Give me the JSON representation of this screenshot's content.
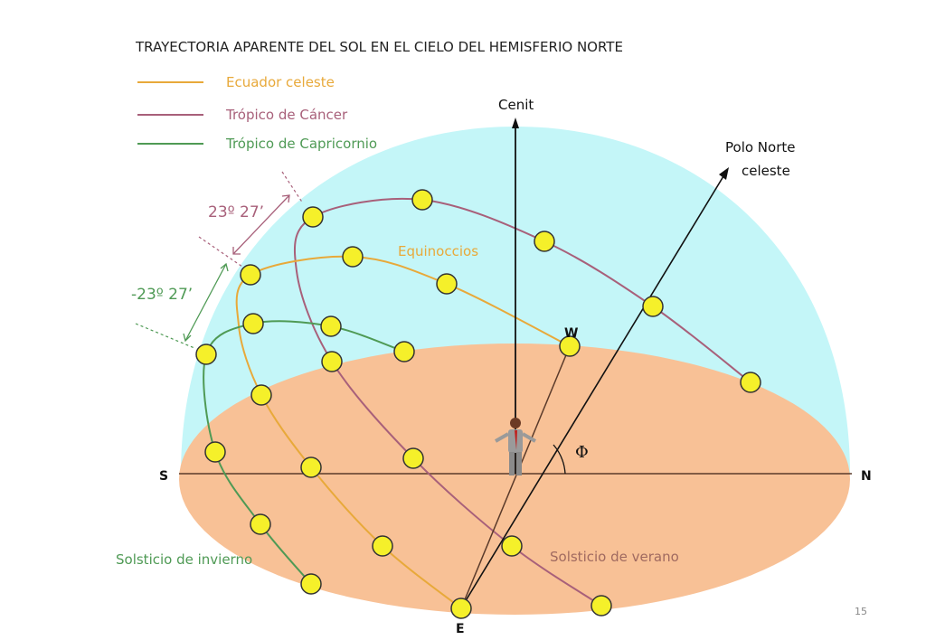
{
  "title": "TRAYECTORIA APARENTE DEL SOL EN EL CIELO DEL HEMISFERIO NORTE",
  "legend": [
    {
      "label": "Ecuador celeste",
      "color": "#e8a93a"
    },
    {
      "label": "Trópico de Cáncer",
      "color": "#a8607a"
    },
    {
      "label": "Trópico de Capricornio",
      "color": "#4f9a55"
    }
  ],
  "labels": {
    "zenith": "Cenit",
    "celestial_pole_line1": "Polo Norte",
    "celestial_pole_line2": "celeste",
    "equinoxes": "Equinoccios",
    "winter_solstice": "Solsticio de invierno",
    "summer_solstice": "Solsticio de verano",
    "south": "S",
    "north": "N",
    "west": "W",
    "east": "E",
    "latitude_symbol": "Φ",
    "angle_positive": "23º 27’",
    "angle_negative": "-23º 27’",
    "page_number": "15"
  },
  "colors": {
    "sky": "#c4f6f8",
    "ground": "#f8c196",
    "sun": "#f5f02a"
  }
}
